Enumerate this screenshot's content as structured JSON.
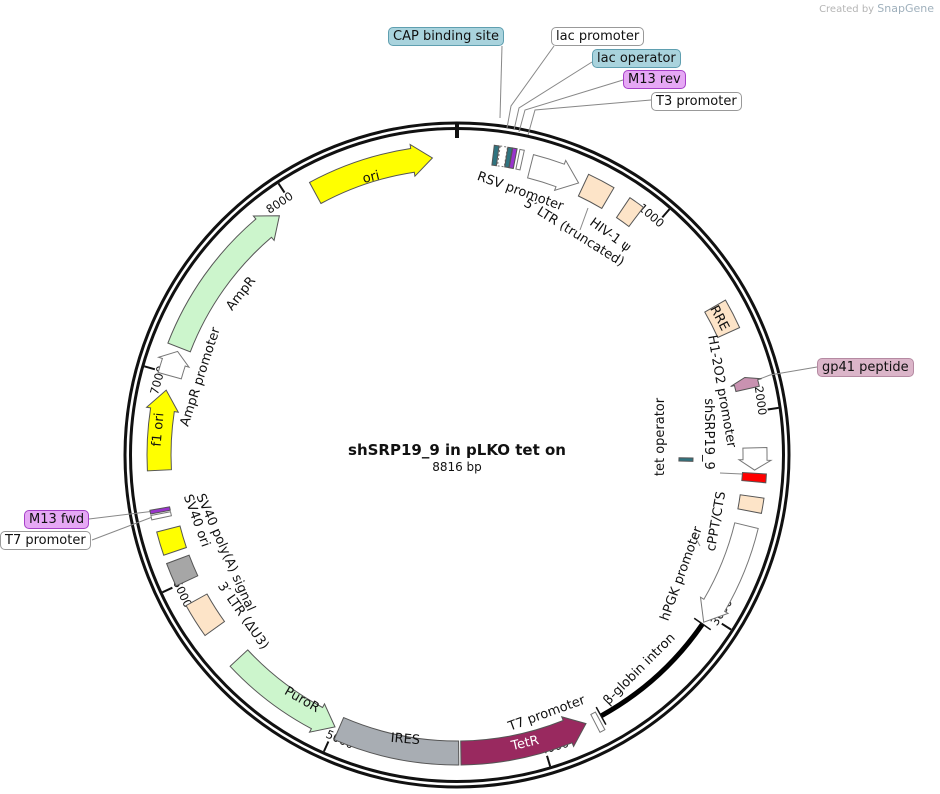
{
  "credit": {
    "prefix": "Created by",
    "brand": "SnapGene"
  },
  "plasmid": {
    "name": "shSRP19_9 in pLKO tet on",
    "length_label": "8816 bp",
    "length": 8816
  },
  "ticks": [
    "1000",
    "2000",
    "3000",
    "4000",
    "5000",
    "6000",
    "7000",
    "8000"
  ],
  "features": [
    {
      "id": "ori",
      "label": "ori",
      "start": 8120,
      "end": 8700,
      "type": "arrow",
      "dir": 1,
      "color": "#ffff00"
    },
    {
      "id": "ampr",
      "label": "AmpR",
      "start": 7130,
      "end": 7920,
      "type": "arrow",
      "dir": 1,
      "color": "#ccf5cc"
    },
    {
      "id": "ampr-promoter",
      "label": "AmpR promoter",
      "start": 6990,
      "end": 7110,
      "type": "arrow",
      "dir": 1,
      "color": "#ffffff"
    },
    {
      "id": "f1-ori",
      "label": "f1 ori",
      "start": 6540,
      "end": 6920,
      "type": "arrow",
      "dir": 1,
      "color": "#ffff00"
    },
    {
      "id": "m13-fwd",
      "label": "M13 fwd",
      "start": 6345,
      "end": 6362,
      "type": "arrow",
      "dir": 1,
      "color": "#9933cc"
    },
    {
      "id": "t7-promoter-left",
      "label": "T7 promoter",
      "start": 6318,
      "end": 6338,
      "type": "arrow",
      "dir": -1,
      "color": "#ffffff"
    },
    {
      "id": "sv40-ori",
      "label": "SV40 ori",
      "start": 6150,
      "end": 6260,
      "type": "box",
      "color": "#ffff00"
    },
    {
      "id": "sv40-polya",
      "label": "SV40 poly(A) signal",
      "start": 6000,
      "end": 6110,
      "type": "box",
      "color": "#a6a6a6"
    },
    {
      "id": "3-ltr",
      "label": "3′ LTR (ΔU3)",
      "start": 5740,
      "end": 5900,
      "type": "box",
      "color": "#fde4c8"
    },
    {
      "id": "puror",
      "label": "PuroR",
      "start": 5000,
      "end": 5560,
      "type": "arrow",
      "dir": -1,
      "color": "#ccf5cc"
    },
    {
      "id": "ires",
      "label": "IRES",
      "start": 4400,
      "end": 4980,
      "type": "box",
      "color": "#a8adb3"
    },
    {
      "id": "tetr",
      "label": "TetR",
      "start": 3780,
      "end": 4390,
      "type": "arrow",
      "dir": -1,
      "color": "#99295f"
    },
    {
      "id": "t7-promoter-right",
      "label": "T7 promoter",
      "start": 3715,
      "end": 3740,
      "type": "arrow",
      "dir": 1,
      "color": "#ffffff"
    },
    {
      "id": "beta-globin-intron",
      "label": "β-globin intron",
      "start": 3050,
      "end": 3700,
      "type": "line",
      "color": "#000000"
    },
    {
      "id": "hpgk-promoter",
      "label": "hPGK promoter",
      "start": 2540,
      "end": 3040,
      "type": "arrow",
      "dir": 1,
      "color": "#ffffff"
    },
    {
      "id": "cppt-cts",
      "label": "cPPT/CTS",
      "start": 2400,
      "end": 2470,
      "type": "box",
      "color": "#fde4c8"
    },
    {
      "id": "shsrp19-9",
      "label": "shSRP19_9",
      "start": 2290,
      "end": 2330,
      "type": "box",
      "color": "#ff0000"
    },
    {
      "id": "h1-2o2-promoter",
      "label": "H1-2O2 promoter",
      "start": 2170,
      "end": 2275,
      "type": "arrow",
      "dir": 1,
      "color": "#ffffff"
    },
    {
      "id": "tet-operator",
      "label": "tet operator",
      "start": 2222,
      "end": 2242,
      "type": "box",
      "color": "#2f7480",
      "lane": "inner"
    },
    {
      "id": "gp41-peptide",
      "label": "gp41 peptide",
      "start": 1835,
      "end": 1890,
      "type": "arrow",
      "dir": -1,
      "color": "#c992b1"
    },
    {
      "id": "rre",
      "label": "RRE",
      "start": 1470,
      "end": 1610,
      "type": "box",
      "color": "#fde4c8"
    },
    {
      "id": "hiv1-psi",
      "label": "HIV-1 ψ",
      "start": 830,
      "end": 905,
      "type": "box",
      "color": "#fde4c8"
    },
    {
      "id": "5-ltr",
      "label": "5′ LTR (truncated)",
      "start": 615,
      "end": 745,
      "type": "box",
      "color": "#fde4c8"
    },
    {
      "id": "rsv-promoter",
      "label": "RSV promoter",
      "start": 350,
      "end": 590,
      "type": "arrow",
      "dir": 1,
      "color": "#ffffff"
    },
    {
      "id": "cap-binding-site",
      "label": "CAP binding site",
      "start": 168,
      "end": 190,
      "type": "box",
      "color": "#2f7480"
    },
    {
      "id": "lac-promoter",
      "label": "lac promoter",
      "start": 195,
      "end": 228,
      "type": "box",
      "color": "#ffffff"
    },
    {
      "id": "lac-operator",
      "label": "lac operator",
      "start": 230,
      "end": 250,
      "type": "box",
      "color": "#2f7480"
    },
    {
      "id": "m13-rev",
      "label": "M13 rev",
      "start": 252,
      "end": 272,
      "type": "box",
      "color": "#9933cc"
    },
    {
      "id": "t3-promoter",
      "label": "T3 promoter",
      "start": 285,
      "end": 305,
      "type": "arrow",
      "dir": -1,
      "color": "#ffffff"
    }
  ],
  "callout_colors": {
    "blue": "#a9d3dd",
    "purple": "#e6a8f5",
    "pink": "#dbb5c9",
    "white": "#ffffff"
  }
}
